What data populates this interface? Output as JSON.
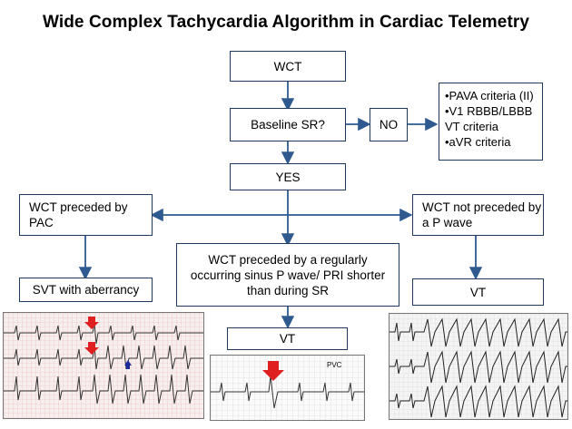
{
  "title": "Wide Complex Tachycardia Algorithm in Cardiac Telemetry",
  "nodes": {
    "wct": "WCT",
    "baseline": "Baseline SR?",
    "no": "NO",
    "yes": "YES",
    "preceded_pac": "WCT preceded by PAC",
    "not_preceded": "WCT not preceded by a P wave",
    "regular_sinus": "WCT preceded by a regularly occurring sinus P wave/ PRI shorter than during SR",
    "svt": "SVT with aberrancy",
    "vt_center": "VT",
    "vt_right": "VT"
  },
  "criteria": [
    "•PAVA criteria (II)",
    "•V1 RBBB/LBBB VT criteria",
    "•aVR criteria"
  ],
  "strip_labels": {
    "pvc": "PVC"
  },
  "colors": {
    "box_border": "#1f3a5f",
    "connector": "#2e5a8f",
    "grid_pink": "#e7b7b7",
    "arrow_red": "#e02020",
    "arrow_blue": "#1a2a9c"
  }
}
